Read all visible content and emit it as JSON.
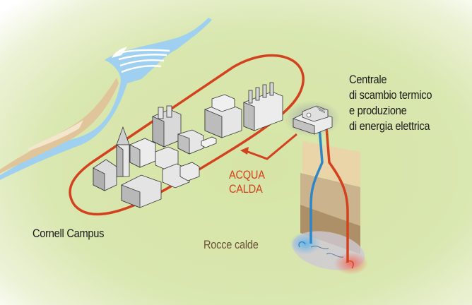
{
  "labels": {
    "plant": "Centrale\ndi scambio termico\ne produzione\ndi energia elettrica",
    "hot_water": "ACQUA\nCALDA",
    "campus": "Cornell Campus",
    "hot_rocks": "Rocce calde"
  },
  "colors": {
    "ground": "#d9e6b0",
    "water": "#9fd0ef",
    "sand": "#e0c49a",
    "loop_red": "#d3421f",
    "pipe_blue": "#2e86c9",
    "building_fill": "#dcdcdc",
    "layer_1": "#ecd3a8",
    "layer_2": "#c9ad8a",
    "layer_3": "#a9865f",
    "rock_label": "#6b5236"
  }
}
